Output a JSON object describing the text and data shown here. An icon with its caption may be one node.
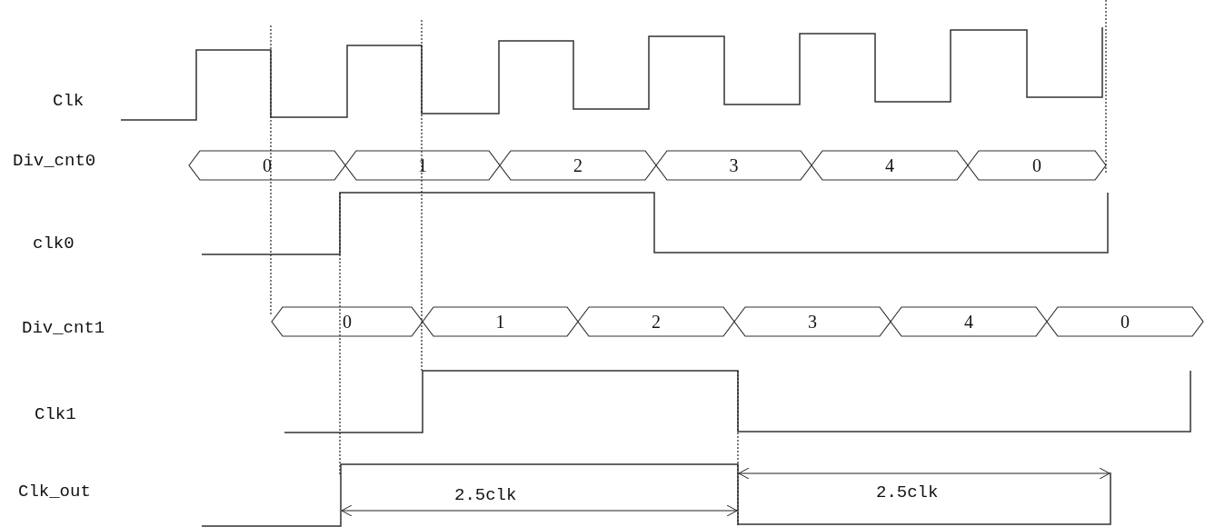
{
  "diagram": {
    "nodes": [
      {
        "text": [
          "0"
        ]
      },
      {
        "text": [
          "1"
        ]
      },
      {
        "text": [
          "2"
        ]
      },
      {
        "text": [
          "3"
        ]
      },
      {
        "text": [
          "4"
        ]
      },
      {
        "text": [
          "0"
        ]
      },
      {
        "text": [
          "0"
        ]
      },
      {
        "text": [
          "1"
        ]
      },
      {
        "text": [
          "2"
        ]
      },
      {
        "text": [
          "3"
        ]
      },
      {
        "text": [
          "4"
        ]
      },
      {
        "text": [
          "0"
        ]
      }
    ],
    "labels": [
      "Clk",
      "Div_cnt0",
      "clk0",
      "Div_cnt1",
      "Clk1",
      "Clk_out",
      "2.5clk",
      "2.5clk"
    ]
  }
}
